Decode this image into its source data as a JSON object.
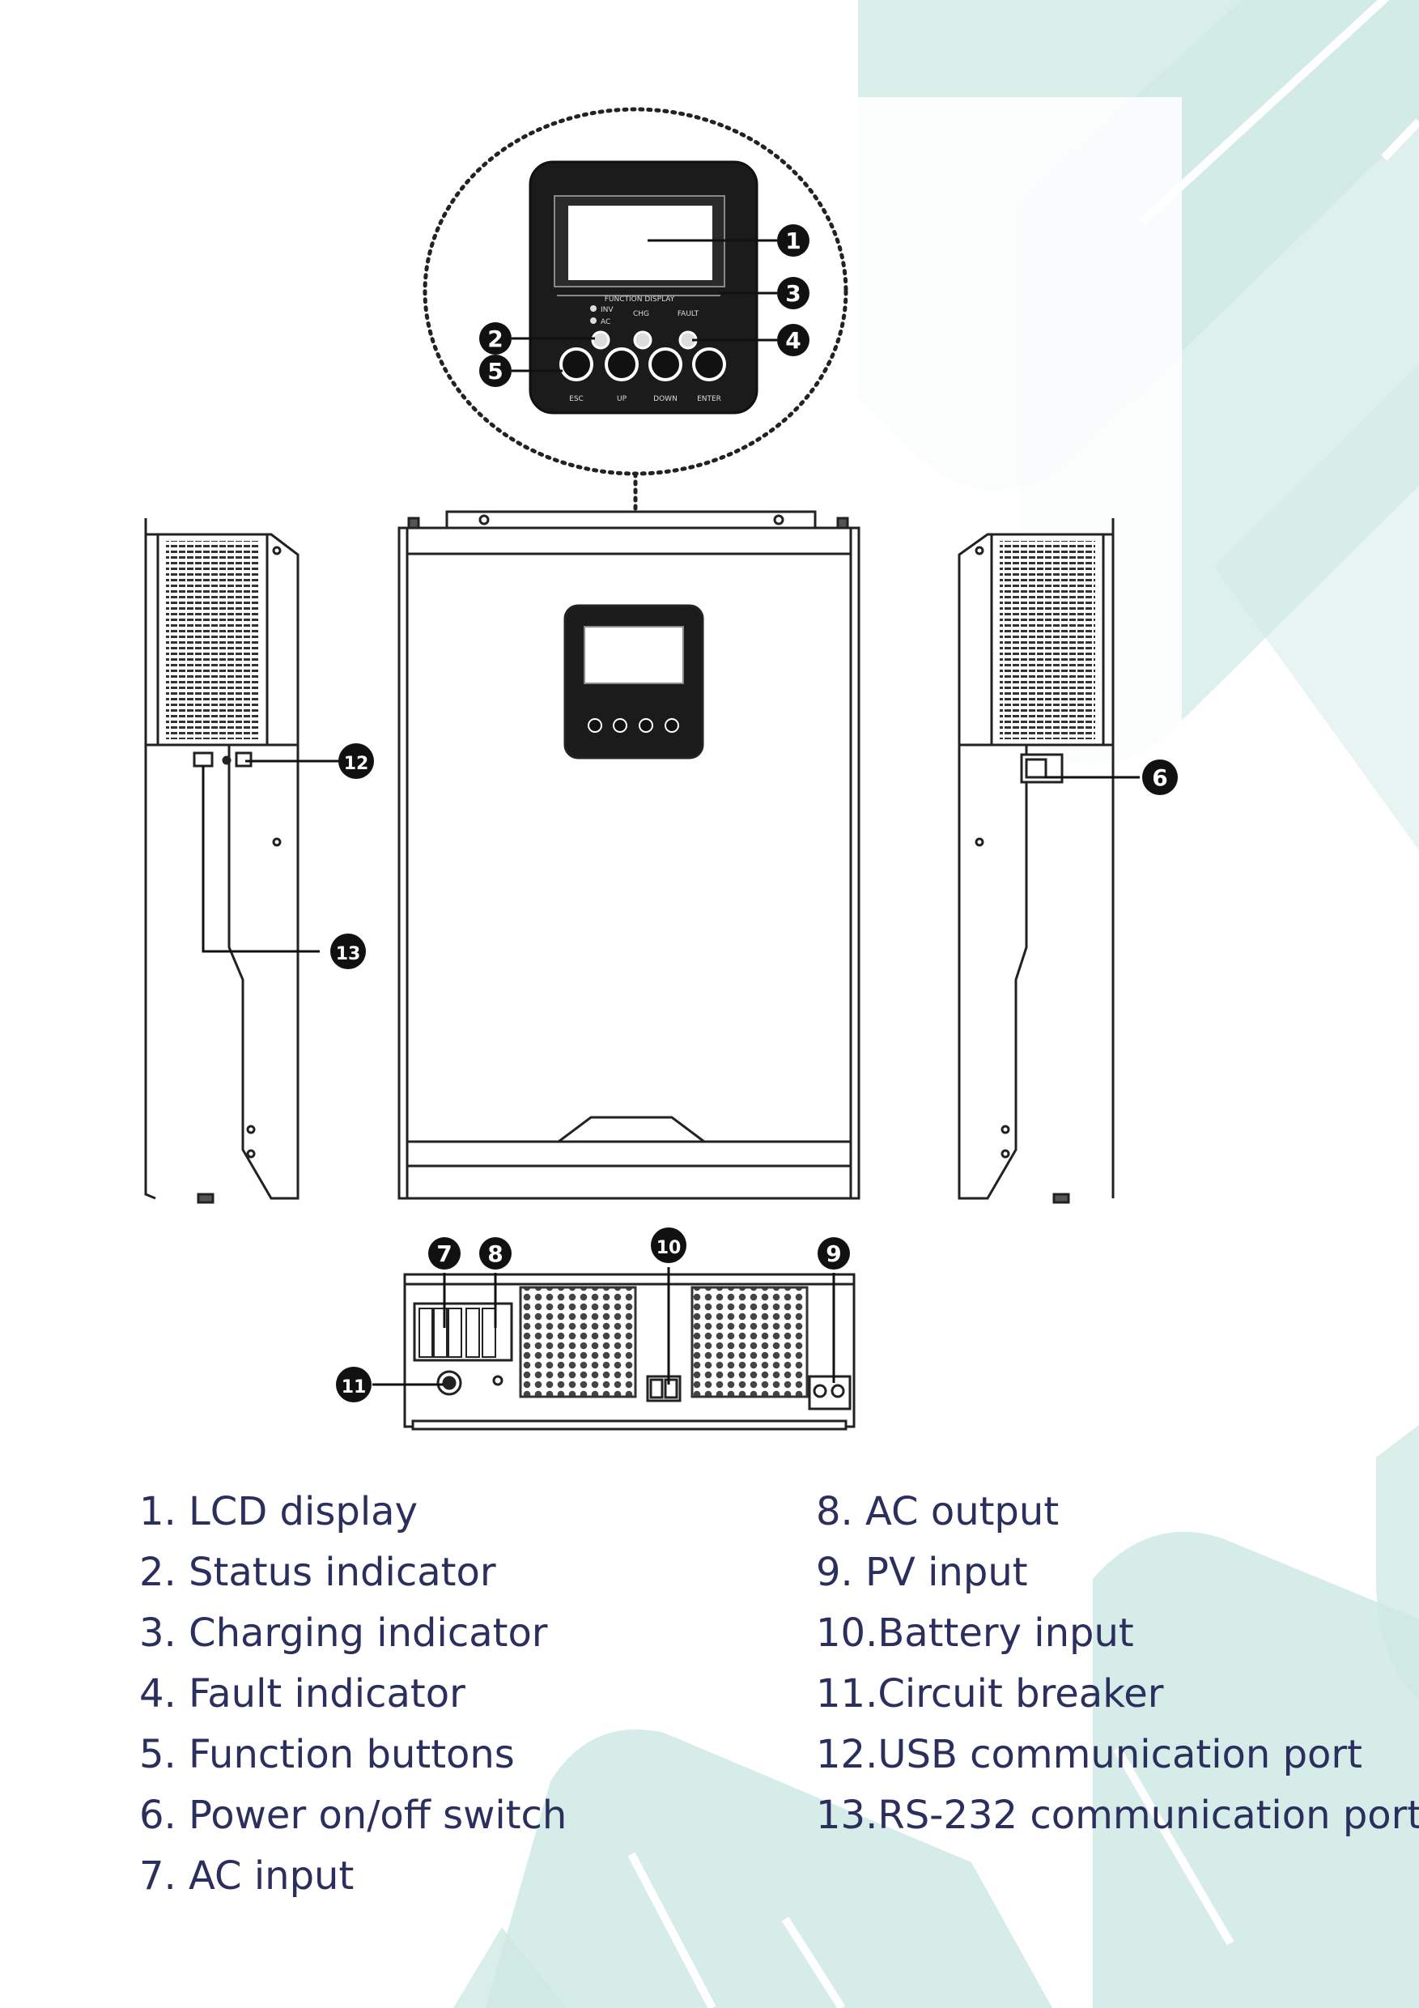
{
  "colors": {
    "text": "#2b2f5e",
    "decor_teal": "#cfe9e4",
    "line": "#1a1a1a"
  },
  "panel": {
    "brand": "FUNCTION DISPLAY",
    "led_inv": "INV",
    "led_ac": "AC",
    "led_chg": "CHG",
    "led_fault": "FAULT",
    "btn_esc": "ESC",
    "btn_up": "UP",
    "btn_down": "DOWN",
    "btn_enter": "ENTER"
  },
  "callouts": [
    "1",
    "2",
    "3",
    "4",
    "5",
    "6",
    "7",
    "8",
    "9",
    "10",
    "11",
    "12",
    "13"
  ],
  "legend": {
    "left": [
      "1. LCD display",
      "2. Status indicator",
      "3. Charging indicator",
      "4. Fault indicator",
      "5. Function buttons",
      "6. Power on/off switch",
      "7. AC input"
    ],
    "right": [
      "8. AC output",
      "9. PV input",
      "10.Battery input",
      "11.Circuit breaker",
      "12.USB communication port",
      "13.RS-232 communication port"
    ]
  }
}
